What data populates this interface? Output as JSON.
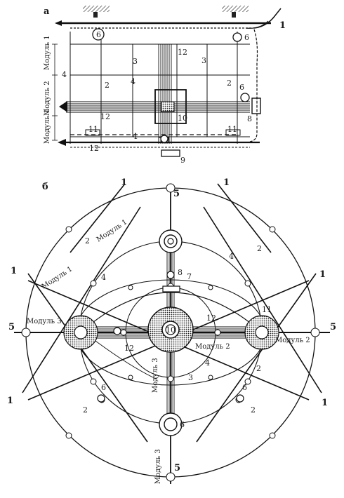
{
  "figure": {
    "part_a_label": "а",
    "part_b_label": "б"
  },
  "plan_a": {
    "line_number": "1",
    "module_labels": [
      "Модуль 1",
      "Модуль 2",
      "Модуль 1"
    ],
    "labels": {
      "n2_left": "2",
      "n2_right": "2",
      "n3_left": "3",
      "n3_right": "3",
      "n4_left": "4",
      "n4_top_mid": "4",
      "n4_bottom": "4",
      "n6_top_left": "6",
      "n6_top_right": "6",
      "n6_right": "6",
      "n8": "8",
      "n9": "9",
      "n10": "10",
      "n11_left": "11",
      "n11_right": "11",
      "n12_top": "12",
      "n12_mid": "12",
      "n12_bottom": "12"
    }
  },
  "plan_b": {
    "radial_ends": [
      "1",
      "1",
      "1",
      "1",
      "1",
      "1"
    ],
    "axis_ends": [
      "5",
      "5",
      "5",
      "5"
    ],
    "module_labels": {
      "m1_upper": "Модуль 1",
      "m1_lower": "Модуль 1",
      "m3_left": "Модуль 3",
      "m2_right": "Модуль 2",
      "m2_center": "Модуль 2",
      "m3_center": "Модуль 3",
      "m3_bottom": "Модуль 3"
    },
    "labels": {
      "n2_a": "2",
      "n2_b": "2",
      "n2_c": "2",
      "n2_d": "2",
      "n2_e": "2",
      "n3": "3",
      "n4_a": "4",
      "n4_b": "4",
      "n4_c": "4",
      "n6_a": "6",
      "n6_b": "6",
      "n6_c": "6",
      "n7": "7",
      "n8": "8",
      "n10": "10",
      "n11": "11",
      "n12_a": "12",
      "n12_b": "12"
    }
  }
}
